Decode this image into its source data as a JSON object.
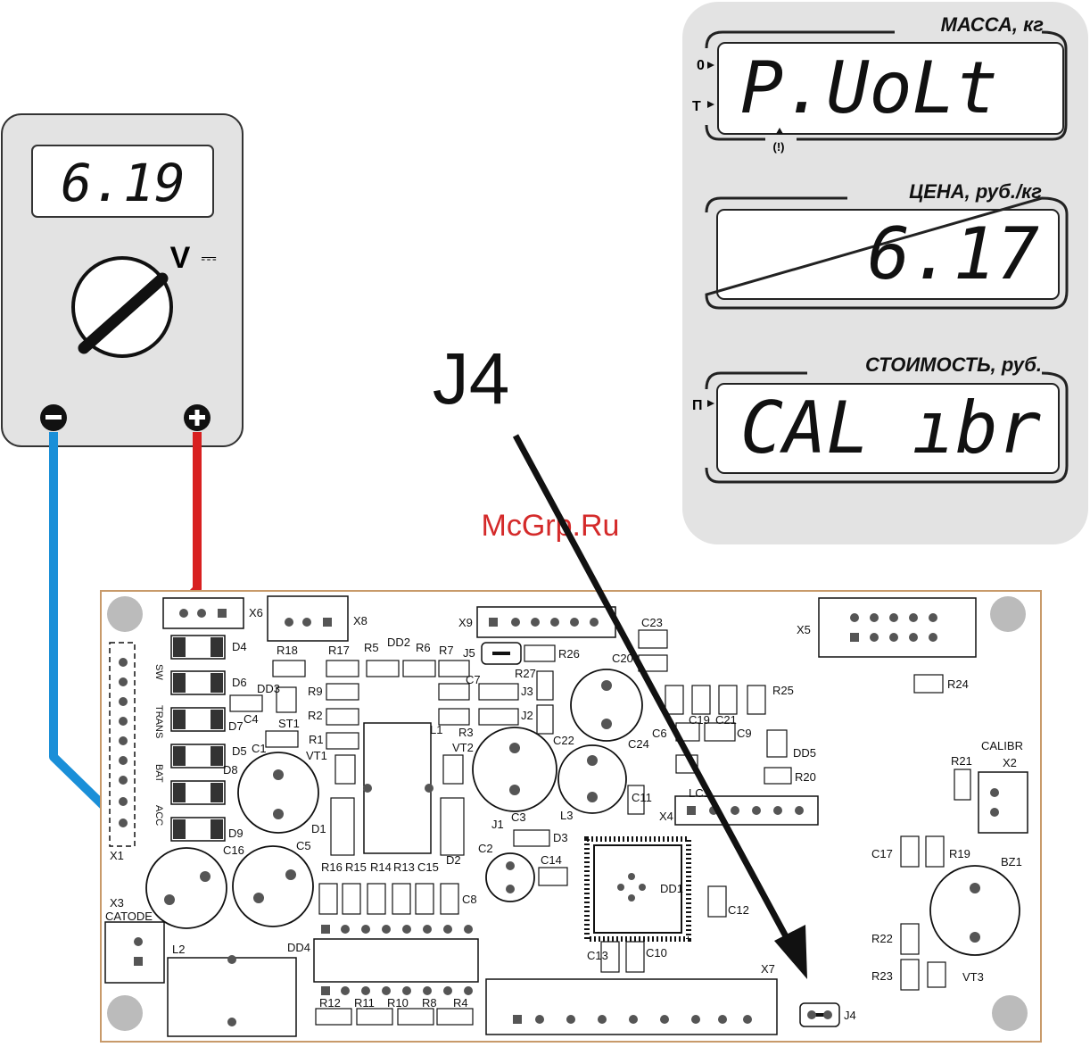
{
  "multimeter": {
    "reading": "6.19",
    "unit": "V",
    "dc_symbol": "⎓"
  },
  "scale_display": {
    "mass": {
      "header": "МАССА, кг",
      "value": "P.UoLt",
      "zero_marker": "0",
      "tare_marker": "T",
      "warn_symbol": "(!)"
    },
    "price": {
      "header": "ЦЕНА, руб./кг",
      "value": "6.17"
    },
    "cost": {
      "header": "СТОИМОСТЬ, руб.",
      "value": "CAL ıbr",
      "marker": "П"
    }
  },
  "callout": {
    "label": "J4"
  },
  "watermark": "McGrp.Ru",
  "board": {
    "labels": [
      "X6",
      "X8",
      "X9",
      "X5",
      "D4",
      "R18",
      "R17",
      "R5",
      "DD2",
      "R6",
      "R7",
      "J5",
      "R26",
      "C23",
      "D6",
      "DD3",
      "R9",
      "C7",
      "R27",
      "J3",
      "C20",
      "R25",
      "R24",
      "R2",
      "R3",
      "J2",
      "D7",
      "C4",
      "ST1",
      "R1",
      "L1",
      "VT2",
      "C22",
      "C24",
      "C6",
      "C19",
      "C21",
      "C9",
      "DD5",
      "D5",
      "C1",
      "VT1",
      "R20",
      "C11",
      "L3",
      "D8",
      "LC1",
      "X4",
      "R21",
      "X2",
      "CALIBR",
      "D9",
      "D1",
      "J1",
      "C3",
      "C2",
      "D3",
      "C17",
      "R19",
      "BZ1",
      "C16",
      "C5",
      "X1",
      "D2",
      "C14",
      "DD1",
      "C12",
      "R16",
      "R15",
      "R14",
      "R13",
      "C15",
      "C8",
      "X3",
      "CATODE",
      "L2",
      "DD4",
      "C13",
      "C10",
      "R22",
      "R23",
      "VT3",
      "X7",
      "R12",
      "R11",
      "R10",
      "R8",
      "R4",
      "J4",
      "SW",
      "TRANS",
      "BAT",
      "ACC"
    ]
  }
}
